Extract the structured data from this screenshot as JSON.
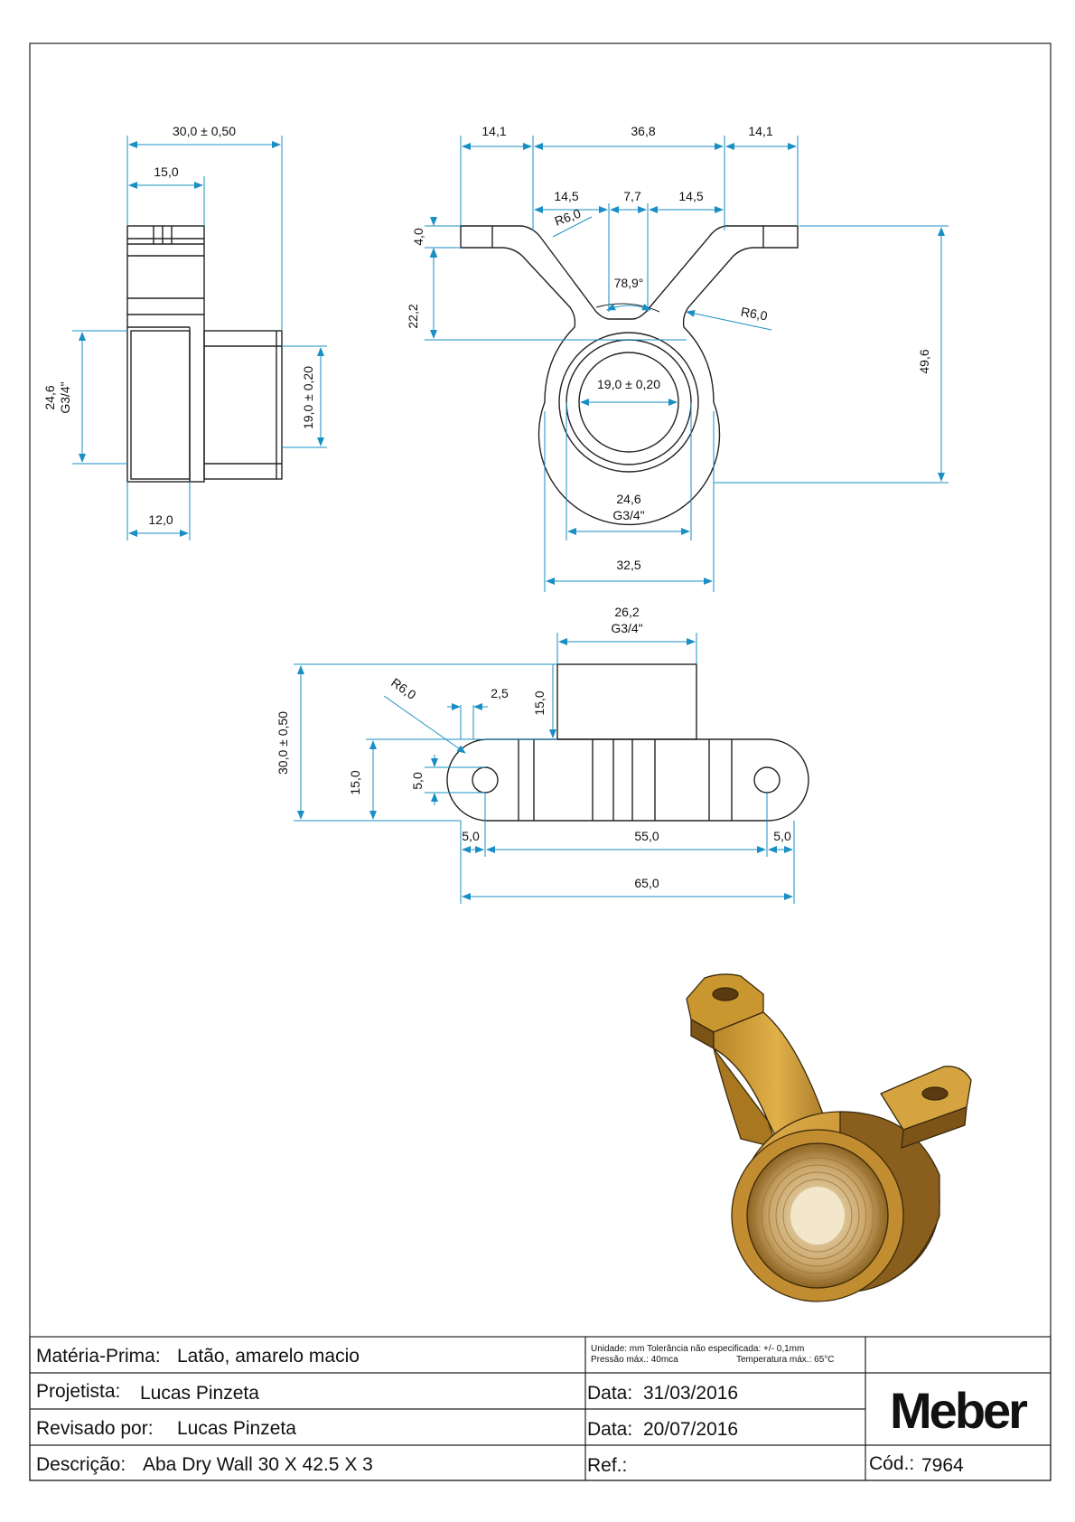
{
  "side_view": {
    "overall_width": "30,0 ± 0,50",
    "top_width": "15,0",
    "thread_dia": "24,6",
    "thread_spec": "G3/4\"",
    "bore": "19,0 ± 0,20",
    "bottom_width": "12,0"
  },
  "front_view": {
    "left_flange": "14,1",
    "span": "36,8",
    "right_flange": "14,1",
    "inner_left": "14,5",
    "center_gap": "7,7",
    "inner_right": "14,5",
    "flange_thickness": "4,0",
    "arm_height": "22,2",
    "total_height": "49,6",
    "radius_top": "R6,0",
    "radius_right": "R6,0",
    "angle": "78,9°",
    "bore": "19,0 ± 0,20",
    "thread_dia": "24,6",
    "thread_spec": "G3/4\"",
    "outer_dia": "32,5"
  },
  "top_view": {
    "thread_dia": "26,2",
    "thread_spec": "G3/4\"",
    "radius": "R6,0",
    "step": "2,5",
    "boss_height": "15,0",
    "overall_height": "30,0 ± 0,50",
    "body_height": "15,0",
    "hole_dia": "5,0",
    "left_edge": "5,0",
    "hole_spacing": "55,0",
    "right_edge": "5,0",
    "overall_length": "65,0"
  },
  "title_block": {
    "material_label": "Matéria-Prima:",
    "material_value": "Latão, amarelo macio",
    "designer_label": "Projetista:",
    "designer_value": "Lucas Pinzeta",
    "reviewer_label": "Revisado por:",
    "reviewer_value": "Lucas Pinzeta",
    "description_label": "Descrição:",
    "description_value": "Aba Dry Wall 30 X 42.5 X 3",
    "notes_line1": "Unidade: mm Tolerância não especificada: +/- 0,1mm",
    "notes_line2": "Pressão máx.: 40mca",
    "notes_line3": "Temperatura máx.: 65°C",
    "date1_label": "Data:",
    "date1_value": "31/03/2016",
    "date2_label": "Data:",
    "date2_value": "20/07/2016",
    "ref_label": "Ref.:",
    "code_label": "Cód.:",
    "code_value": "7964",
    "logo_text": "Meber"
  },
  "colors": {
    "dimension": "#1a8fc4",
    "outline": "#222222",
    "brass_light": "#d9a640",
    "brass_mid": "#b7832a",
    "brass_dark": "#7c5418"
  }
}
